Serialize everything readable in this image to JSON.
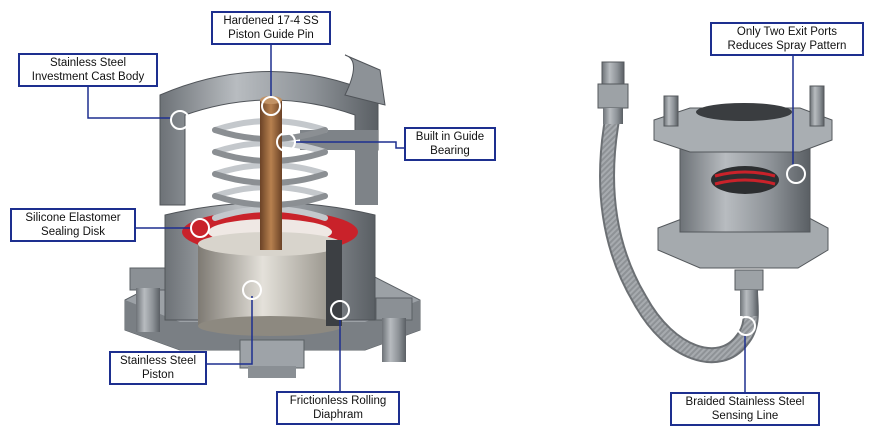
{
  "colors": {
    "leader": "#1d2f8f",
    "callout_border": "#1d2f8f",
    "steel": "#9a9fa5",
    "steel_dark": "#5e6369",
    "seal_red": "#c9222a",
    "pin_bronze": "#8a5a35"
  },
  "callouts": {
    "guide_pin": [
      "Hardened 17-4 SS",
      "Piston Guide Pin"
    ],
    "cast_body": [
      "Stainless Steel",
      "Investment Cast Body"
    ],
    "guide_bearing": [
      "Built in Guide",
      "Bearing"
    ],
    "sealing_disk": [
      "Silicone Elastomer",
      "Sealing Disk"
    ],
    "piston": [
      "Stainless Steel",
      "Piston"
    ],
    "rolling_diaphragm": [
      "Frictionless Rolling",
      "Diaphram"
    ],
    "exit_ports": [
      "Only Two Exit Ports",
      "Reduces Spray Pattern"
    ],
    "sensing_line": [
      "Braided Stainless Steel",
      "Sensing Line"
    ]
  }
}
